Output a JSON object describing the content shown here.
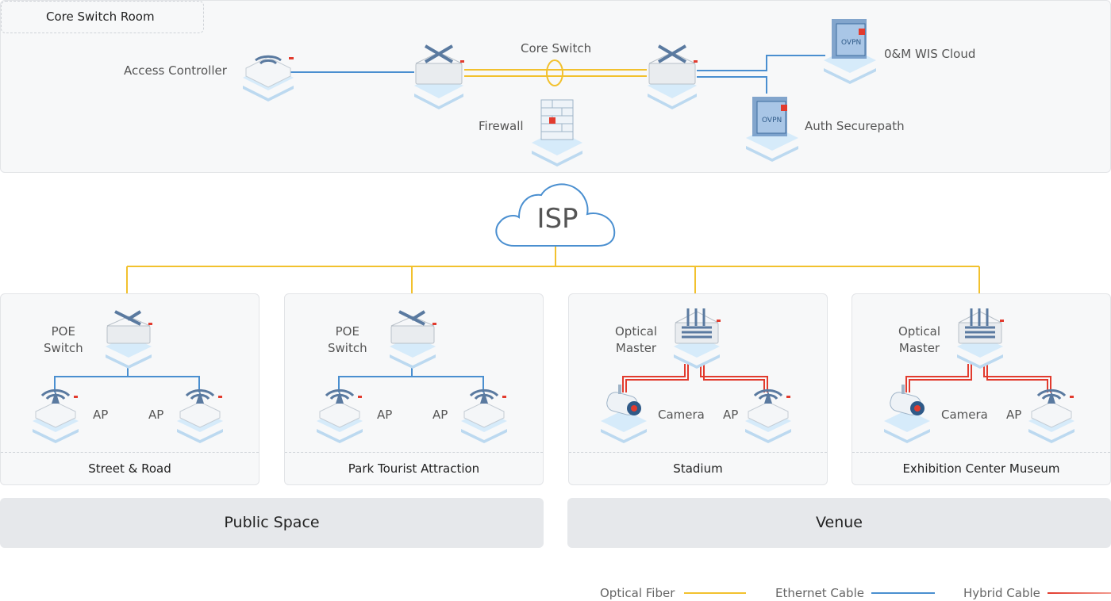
{
  "core_room": {
    "title": "Core Switch Room",
    "access_controller": "Access Controller",
    "core_switch": "Core Switch",
    "firewall": "Firewall",
    "om_cloud": "0&M WIS Cloud",
    "auth": "Auth Securepath"
  },
  "isp": "ISP",
  "zones": [
    {
      "device_label": "POE\nSwitch",
      "left_label": "AP",
      "right_label": "AP",
      "footer": "Street & Road"
    },
    {
      "device_label": "POE\nSwitch",
      "left_label": "AP",
      "right_label": "AP",
      "footer": "Park Tourist Attraction"
    },
    {
      "device_label": "Optical\nMaster",
      "left_label": "Camera",
      "right_label": "AP",
      "footer": "Stadium"
    },
    {
      "device_label": "Optical\nMaster",
      "left_label": "Camera",
      "right_label": "AP",
      "footer": "Exhibition Center Museum"
    }
  ],
  "groups": [
    "Public Space",
    "Venue"
  ],
  "legend": [
    {
      "label": "Optical Fiber",
      "color": "#f2c12e"
    },
    {
      "label": "Ethernet Cable",
      "color": "#4a8fd0"
    },
    {
      "label": "Hybrid Cable",
      "color": "#e23b2e"
    }
  ],
  "colors": {
    "fiber": "#f2c12e",
    "ethernet": "#4a8fd0",
    "hybrid": "#e23b2e"
  }
}
